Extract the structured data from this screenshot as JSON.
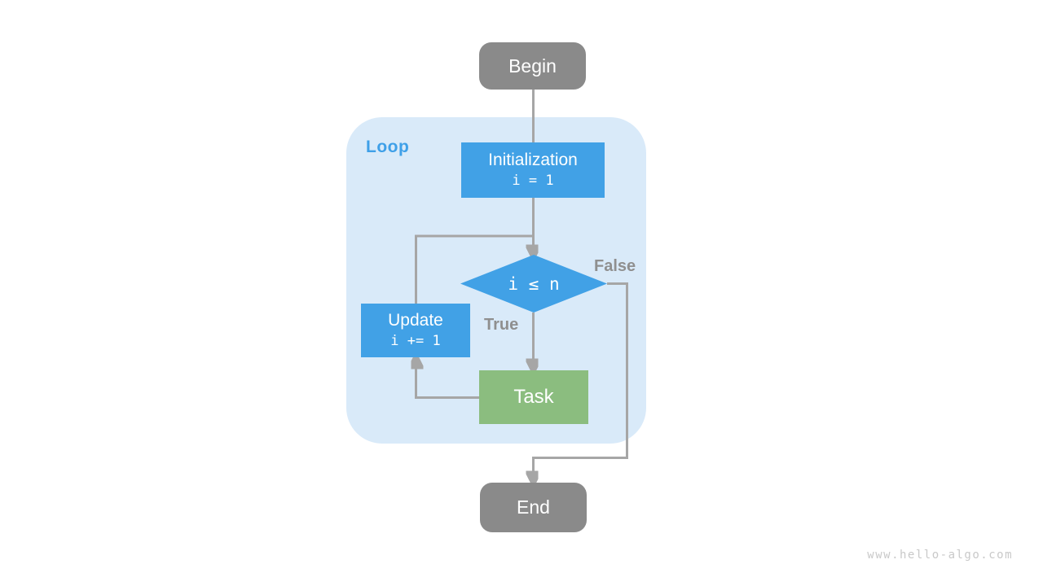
{
  "loop": {
    "label": "Loop"
  },
  "nodes": {
    "begin": {
      "label": "Begin"
    },
    "initialization": {
      "title": "Initialization",
      "code": "i = 1"
    },
    "condition": {
      "code": "i ≤ n"
    },
    "update": {
      "title": "Update",
      "code": "i += 1"
    },
    "task": {
      "label": "Task"
    },
    "end": {
      "label": "End"
    }
  },
  "edges": {
    "true_label": "True",
    "false_label": "False"
  },
  "watermark": "www.hello-algo.com",
  "colors": {
    "node_gray": "#8A8A8A",
    "node_blue": "#41A1E6",
    "node_green": "#8BBD7F",
    "loop_background": "#D9EAF9",
    "loop_label_blue": "#3FA0E8",
    "edge_gray": "#A6A6A6",
    "edge_label_gray": "#8F8F8F",
    "watermark_gray": "#C9C9C9"
  }
}
